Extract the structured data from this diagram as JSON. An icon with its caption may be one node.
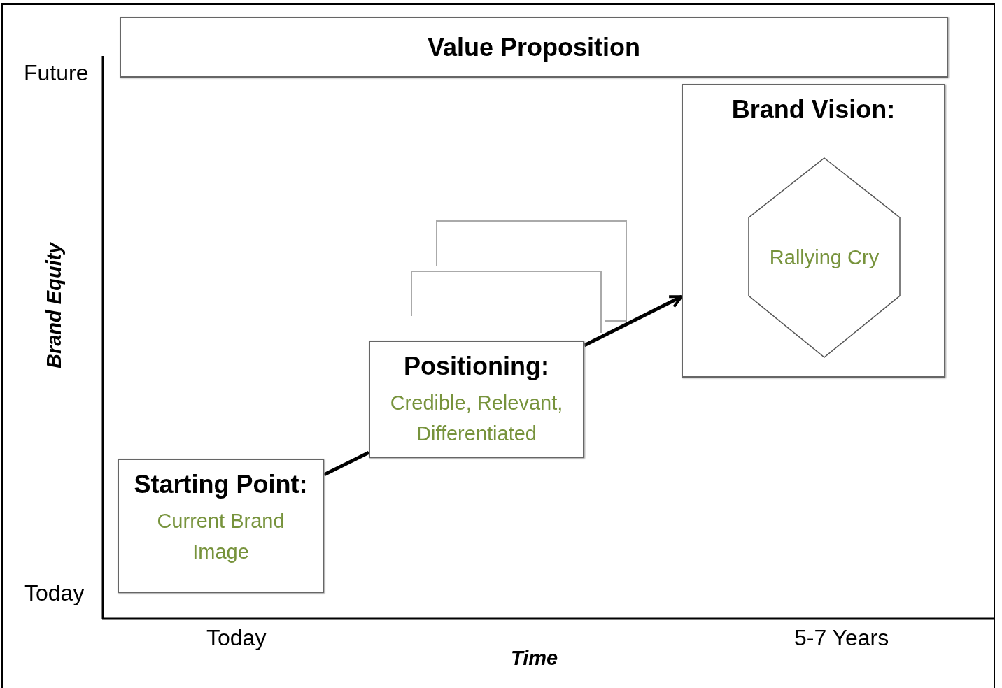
{
  "diagram": {
    "nodes": [
      {
        "text": [
          "Value Proposition"
        ]
      },
      {
        "text": [
          "Starting Point:",
          "Current Brand Image"
        ]
      },
      {
        "text": [
          "Positioning:",
          "Credible, Relevant, Differentiated"
        ]
      },
      {
        "text": [],
        "shape": "box"
      },
      {
        "text": [],
        "shape": "box"
      },
      {
        "text": [
          "Brand Vision:"
        ]
      },
      {
        "text": [
          "Rallying Cry"
        ],
        "in": 5
      }
    ],
    "edges": [
      {
        "from": 1,
        "to": 2,
        "arrow": "none"
      },
      {
        "from": 2,
        "to": 5,
        "arrow": "to"
      }
    ],
    "labels": [
      "Future",
      "Brand Equity",
      "Today",
      "Today",
      "5-7 Years",
      "Time"
    ]
  }
}
